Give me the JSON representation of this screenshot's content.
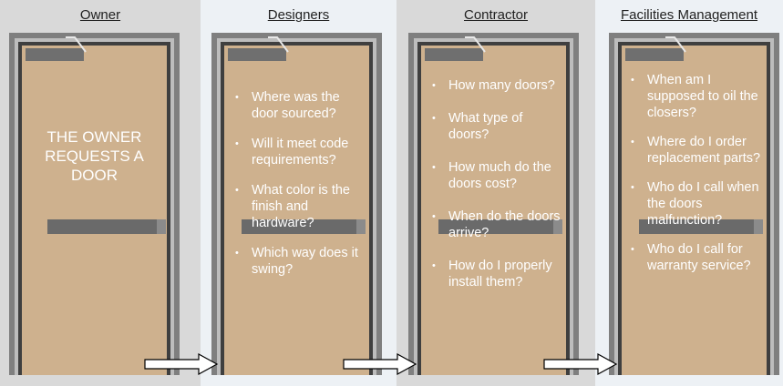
{
  "panels": [
    {
      "title": "Owner",
      "background": "#d9d9d9",
      "door_text": "THE OWNER\nREQUESTS A\nDOOR"
    },
    {
      "title": "Designers",
      "background": "#edf1f5",
      "questions": [
        "Where was the door sourced?",
        "Will it meet code requirements?",
        "What color is the finish and hardware?",
        "Which way does it swing?"
      ]
    },
    {
      "title": "Contractor",
      "background": "#d9d9d9",
      "questions": [
        "How many doors?",
        "What type of doors?",
        "How much do the doors cost?",
        "When do the doors arrive?",
        "How do I properly install them?"
      ]
    },
    {
      "title": "Facilities Management",
      "background": "#edf1f5",
      "questions": [
        "When am I supposed to oil the closers?",
        "Where do I order replacement parts?",
        "Who do I call when the doors malfunction?",
        "Who do I call for warranty service?"
      ]
    }
  ],
  "colors": {
    "door": "#ceb18e",
    "frame": "#7f7f7f",
    "hardware": "#6a6a6a",
    "text_on_door": "#ffffff"
  },
  "icons": [
    "door-closer-icon",
    "push-bar-icon",
    "right-arrow-icon"
  ]
}
